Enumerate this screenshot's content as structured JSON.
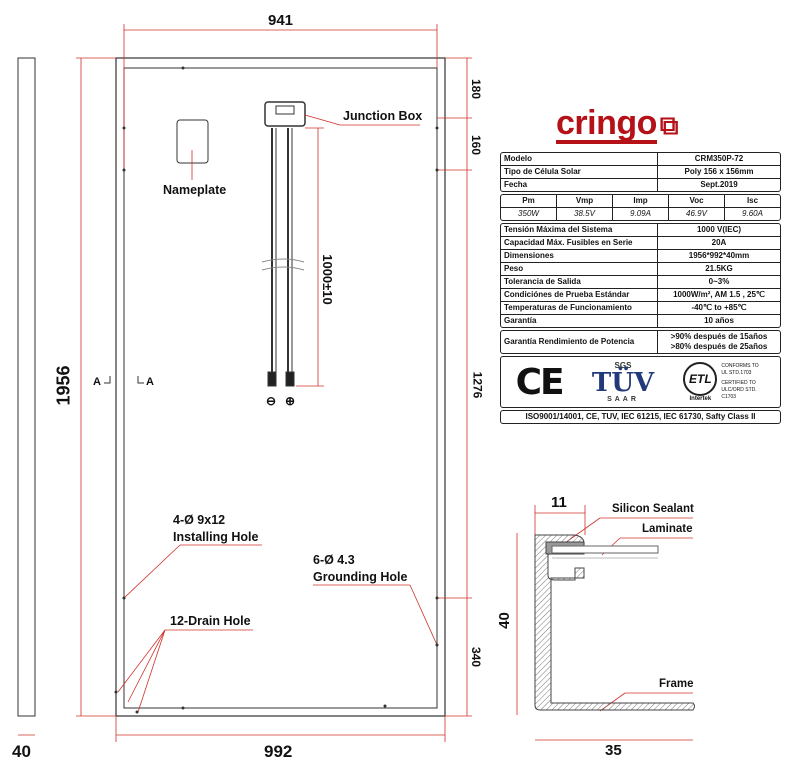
{
  "dimensions": {
    "side_thickness": "40",
    "inner_width": "941",
    "outer_width": "992",
    "height": "1956",
    "top_offset": "180",
    "hole_offset": "160",
    "hole_spacing": "1276",
    "bottom_offset": "340",
    "cable_length": "1000±10"
  },
  "labels": {
    "junction_box": "Junction Box",
    "nameplate": "Nameplate",
    "section_a_left": "A",
    "section_a_right": "A",
    "installing_count": "4-Ø  9x12",
    "installing_hole": "Installing  Hole",
    "grounding_count": "6-Ø  4.3",
    "grounding_hole": "Grounding Hole",
    "drain_hole": "12-Drain Hole",
    "minus": "⊖",
    "plus": "⊕"
  },
  "section": {
    "width_top": "11",
    "height": "40",
    "width_bottom": "35",
    "silicon_sealant": "Silicon Sealant",
    "laminate": "Laminate",
    "frame": "Frame"
  },
  "brand": {
    "logo": "cringo",
    "color": "#b51218"
  },
  "spec": {
    "top": [
      {
        "k": "Modelo",
        "v": "CRM350P-72"
      },
      {
        "k": "Tipo de Célula Solar",
        "v": "Poly 156 x 156mm"
      },
      {
        "k": "Fecha",
        "v": "Sept.2019"
      }
    ],
    "elec_headers": [
      "Pm",
      "Vmp",
      "Imp",
      "Voc",
      "Isc"
    ],
    "elec_values": [
      "350W",
      "38.5V",
      "9.09A",
      "46.9V",
      "9.60A"
    ],
    "rows": [
      {
        "k": "Tensión Máxima del  Sistema",
        "v": "1000 V(IEC)"
      },
      {
        "k": "Capacidad Máx. Fusibles en Serie",
        "v": "20A"
      },
      {
        "k": "Dimensiones",
        "v": "1956*992*40mm"
      },
      {
        "k": "Peso",
        "v": "21.5KG"
      },
      {
        "k": "Tolerancia de Salida",
        "v": "0~3%"
      },
      {
        "k": "Condiciónes  de  Prueba Estándar",
        "v": "1000W/m², AM 1.5 , 25℃"
      },
      {
        "k": "Temperaturas  de  Funcionamiento",
        "v": "-40℃  to +85℃"
      },
      {
        "k": "Garantía",
        "v": "10 años"
      }
    ],
    "power_warranty": {
      "k": "Garantía Rendimiento de Potencia",
      "v1": ">90% después de 15años",
      "v2": ">80% después de 25años"
    },
    "certs": {
      "ce": "CE",
      "tuv_top": "SGS",
      "tuv": "TÜV",
      "tuv_bottom": "SAAR",
      "etl": "ETL",
      "intertek": "Intertek",
      "etl_note1": "CONFORMS TO UL STD.1703",
      "etl_note2": "CERTIFIED TO ULC/ORD STD. C1703"
    },
    "footer": "ISO9001/14001, CE, TUV, IEC 61215, IEC 61730, Safty Class II"
  }
}
